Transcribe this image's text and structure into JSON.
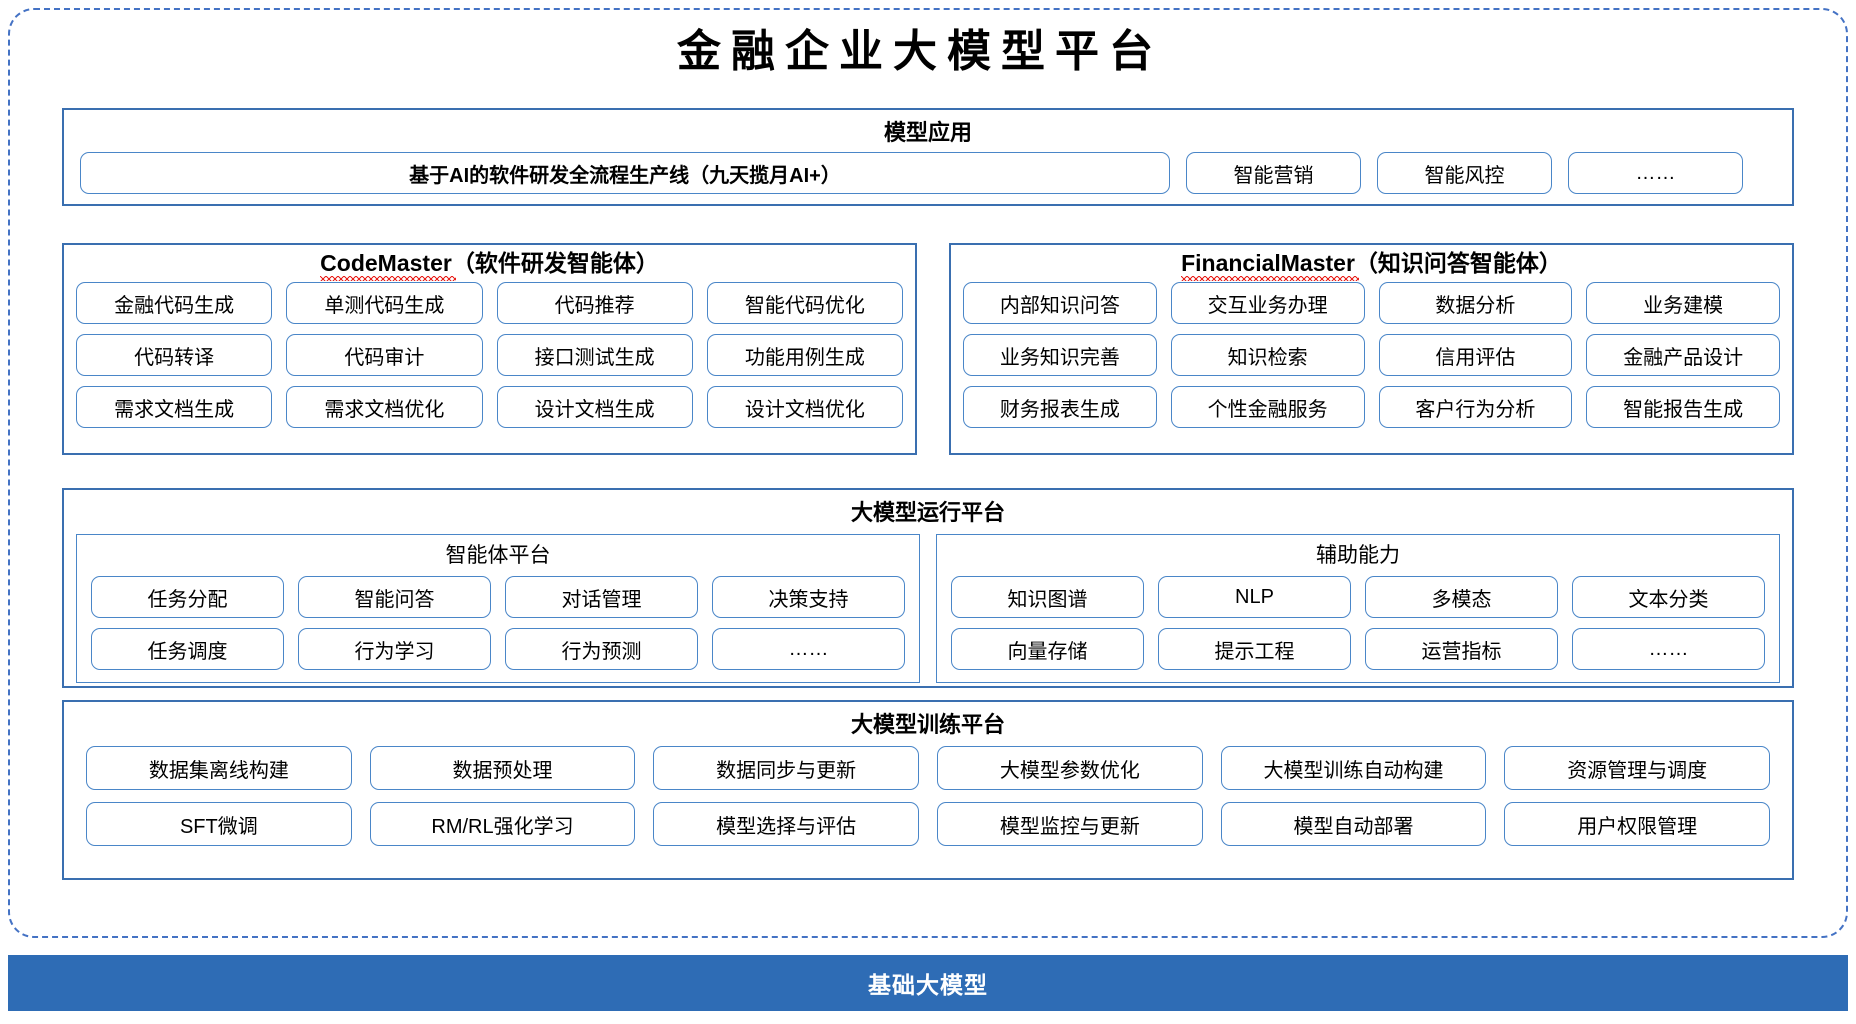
{
  "page": {
    "title": "金融企业大模型平台",
    "accent_blue": "#3A6FB0",
    "pill_blue": "#4A86C8",
    "frame_blue": "#4472C4",
    "base_bar_blue": "#2E6CB5",
    "squiggle_red": "#E8201A"
  },
  "model_application": {
    "title": "模型应用",
    "primary": "基于AI的软件研发全流程生产线（九天揽月AI+）",
    "items": [
      "智能营销",
      "智能风控",
      "……"
    ]
  },
  "code_master": {
    "name": "CodeMaster",
    "suffix": "（软件研发智能体）",
    "rows": [
      [
        "金融代码生成",
        "单测代码生成",
        "代码推荐",
        "智能代码优化"
      ],
      [
        "代码转译",
        "代码审计",
        "接口测试生成",
        "功能用例生成"
      ],
      [
        "需求文档生成",
        "需求文档优化",
        "设计文档生成",
        "设计文档优化"
      ]
    ]
  },
  "financial_master": {
    "name": "FinancialMaster",
    "suffix": "（知识问答智能体）",
    "rows": [
      [
        "内部知识问答",
        "交互业务办理",
        "数据分析",
        "业务建模"
      ],
      [
        "业务知识完善",
        "知识检索",
        "信用评估",
        "金融产品设计"
      ],
      [
        "财务报表生成",
        "个性金融服务",
        "客户行为分析",
        "智能报告生成"
      ]
    ]
  },
  "run_platform": {
    "title": "大模型运行平台",
    "agent_platform": {
      "title": "智能体平台",
      "rows": [
        [
          "任务分配",
          "智能问答",
          "对话管理",
          "决策支持"
        ],
        [
          "任务调度",
          "行为学习",
          "行为预测",
          "……"
        ]
      ]
    },
    "support_capability": {
      "title": "辅助能力",
      "rows": [
        [
          "知识图谱",
          "NLP",
          "多模态",
          "文本分类"
        ],
        [
          "向量存储",
          "提示工程",
          "运营指标",
          "……"
        ]
      ]
    }
  },
  "train_platform": {
    "title": "大模型训练平台",
    "rows": [
      [
        "数据集离线构建",
        "数据预处理",
        "数据同步与更新",
        "大模型参数优化",
        "大模型训练自动构建",
        "资源管理与调度"
      ],
      [
        "SFT微调",
        "RM/RL强化学习",
        "模型选择与评估",
        "模型监控与更新",
        "模型自动部署",
        "用户权限管理"
      ]
    ]
  },
  "base_model_bar": {
    "label": "基础大模型"
  }
}
